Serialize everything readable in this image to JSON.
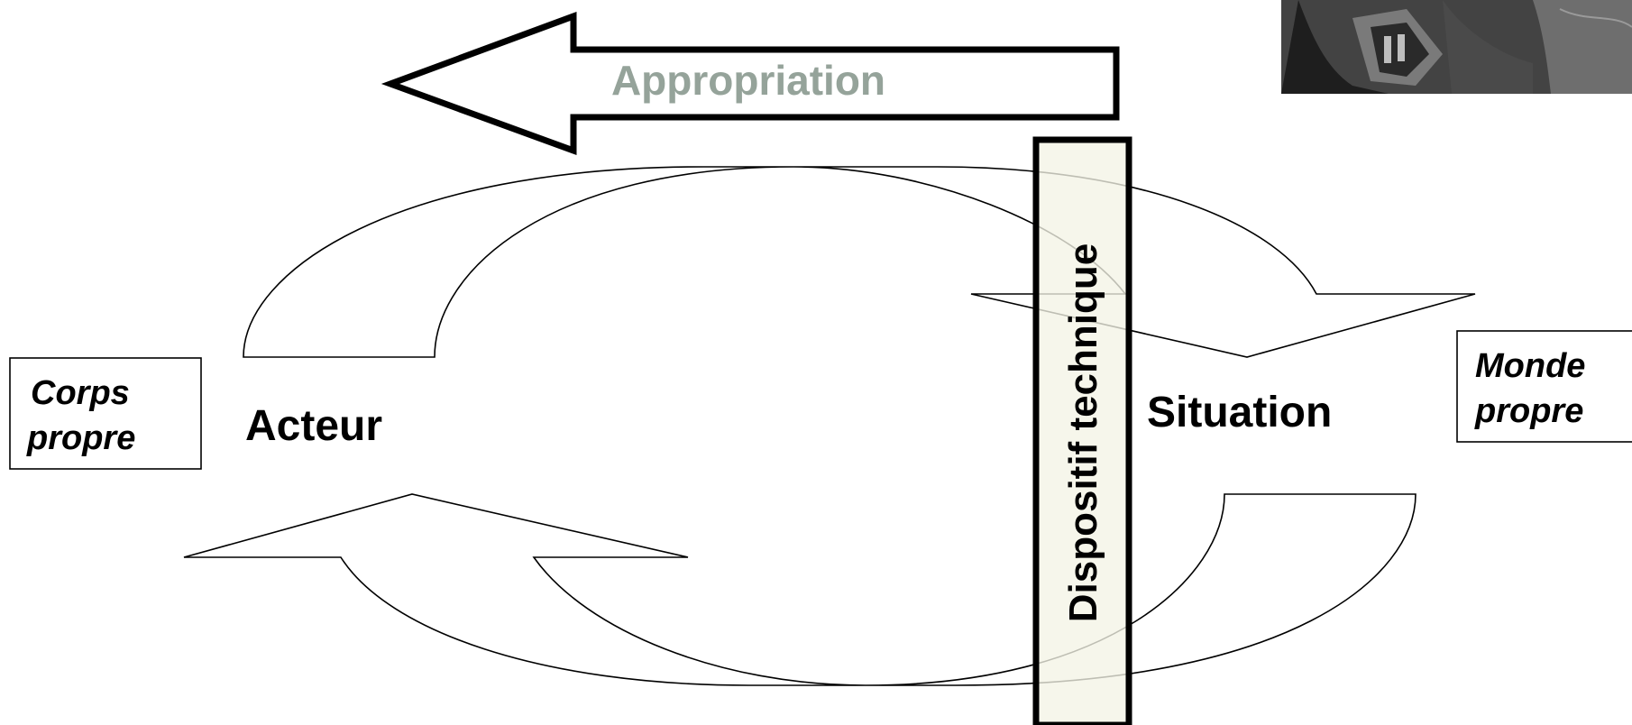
{
  "diagram": {
    "appropriation_label": "Appropriation",
    "acteur_label": "Acteur",
    "situation_label": "Situation",
    "dispositif_label": "Dispositif technique",
    "corps_propre": {
      "line1": "Corps",
      "line2": "propre"
    },
    "monde_propre": {
      "line1": "Monde",
      "line2": "propre"
    },
    "photo_description": "partial black-and-white photograph (cropped)"
  },
  "colors": {
    "appropriation_text": "#95a39a",
    "device_fill": "#f3f3e6",
    "outline": "#000000"
  }
}
